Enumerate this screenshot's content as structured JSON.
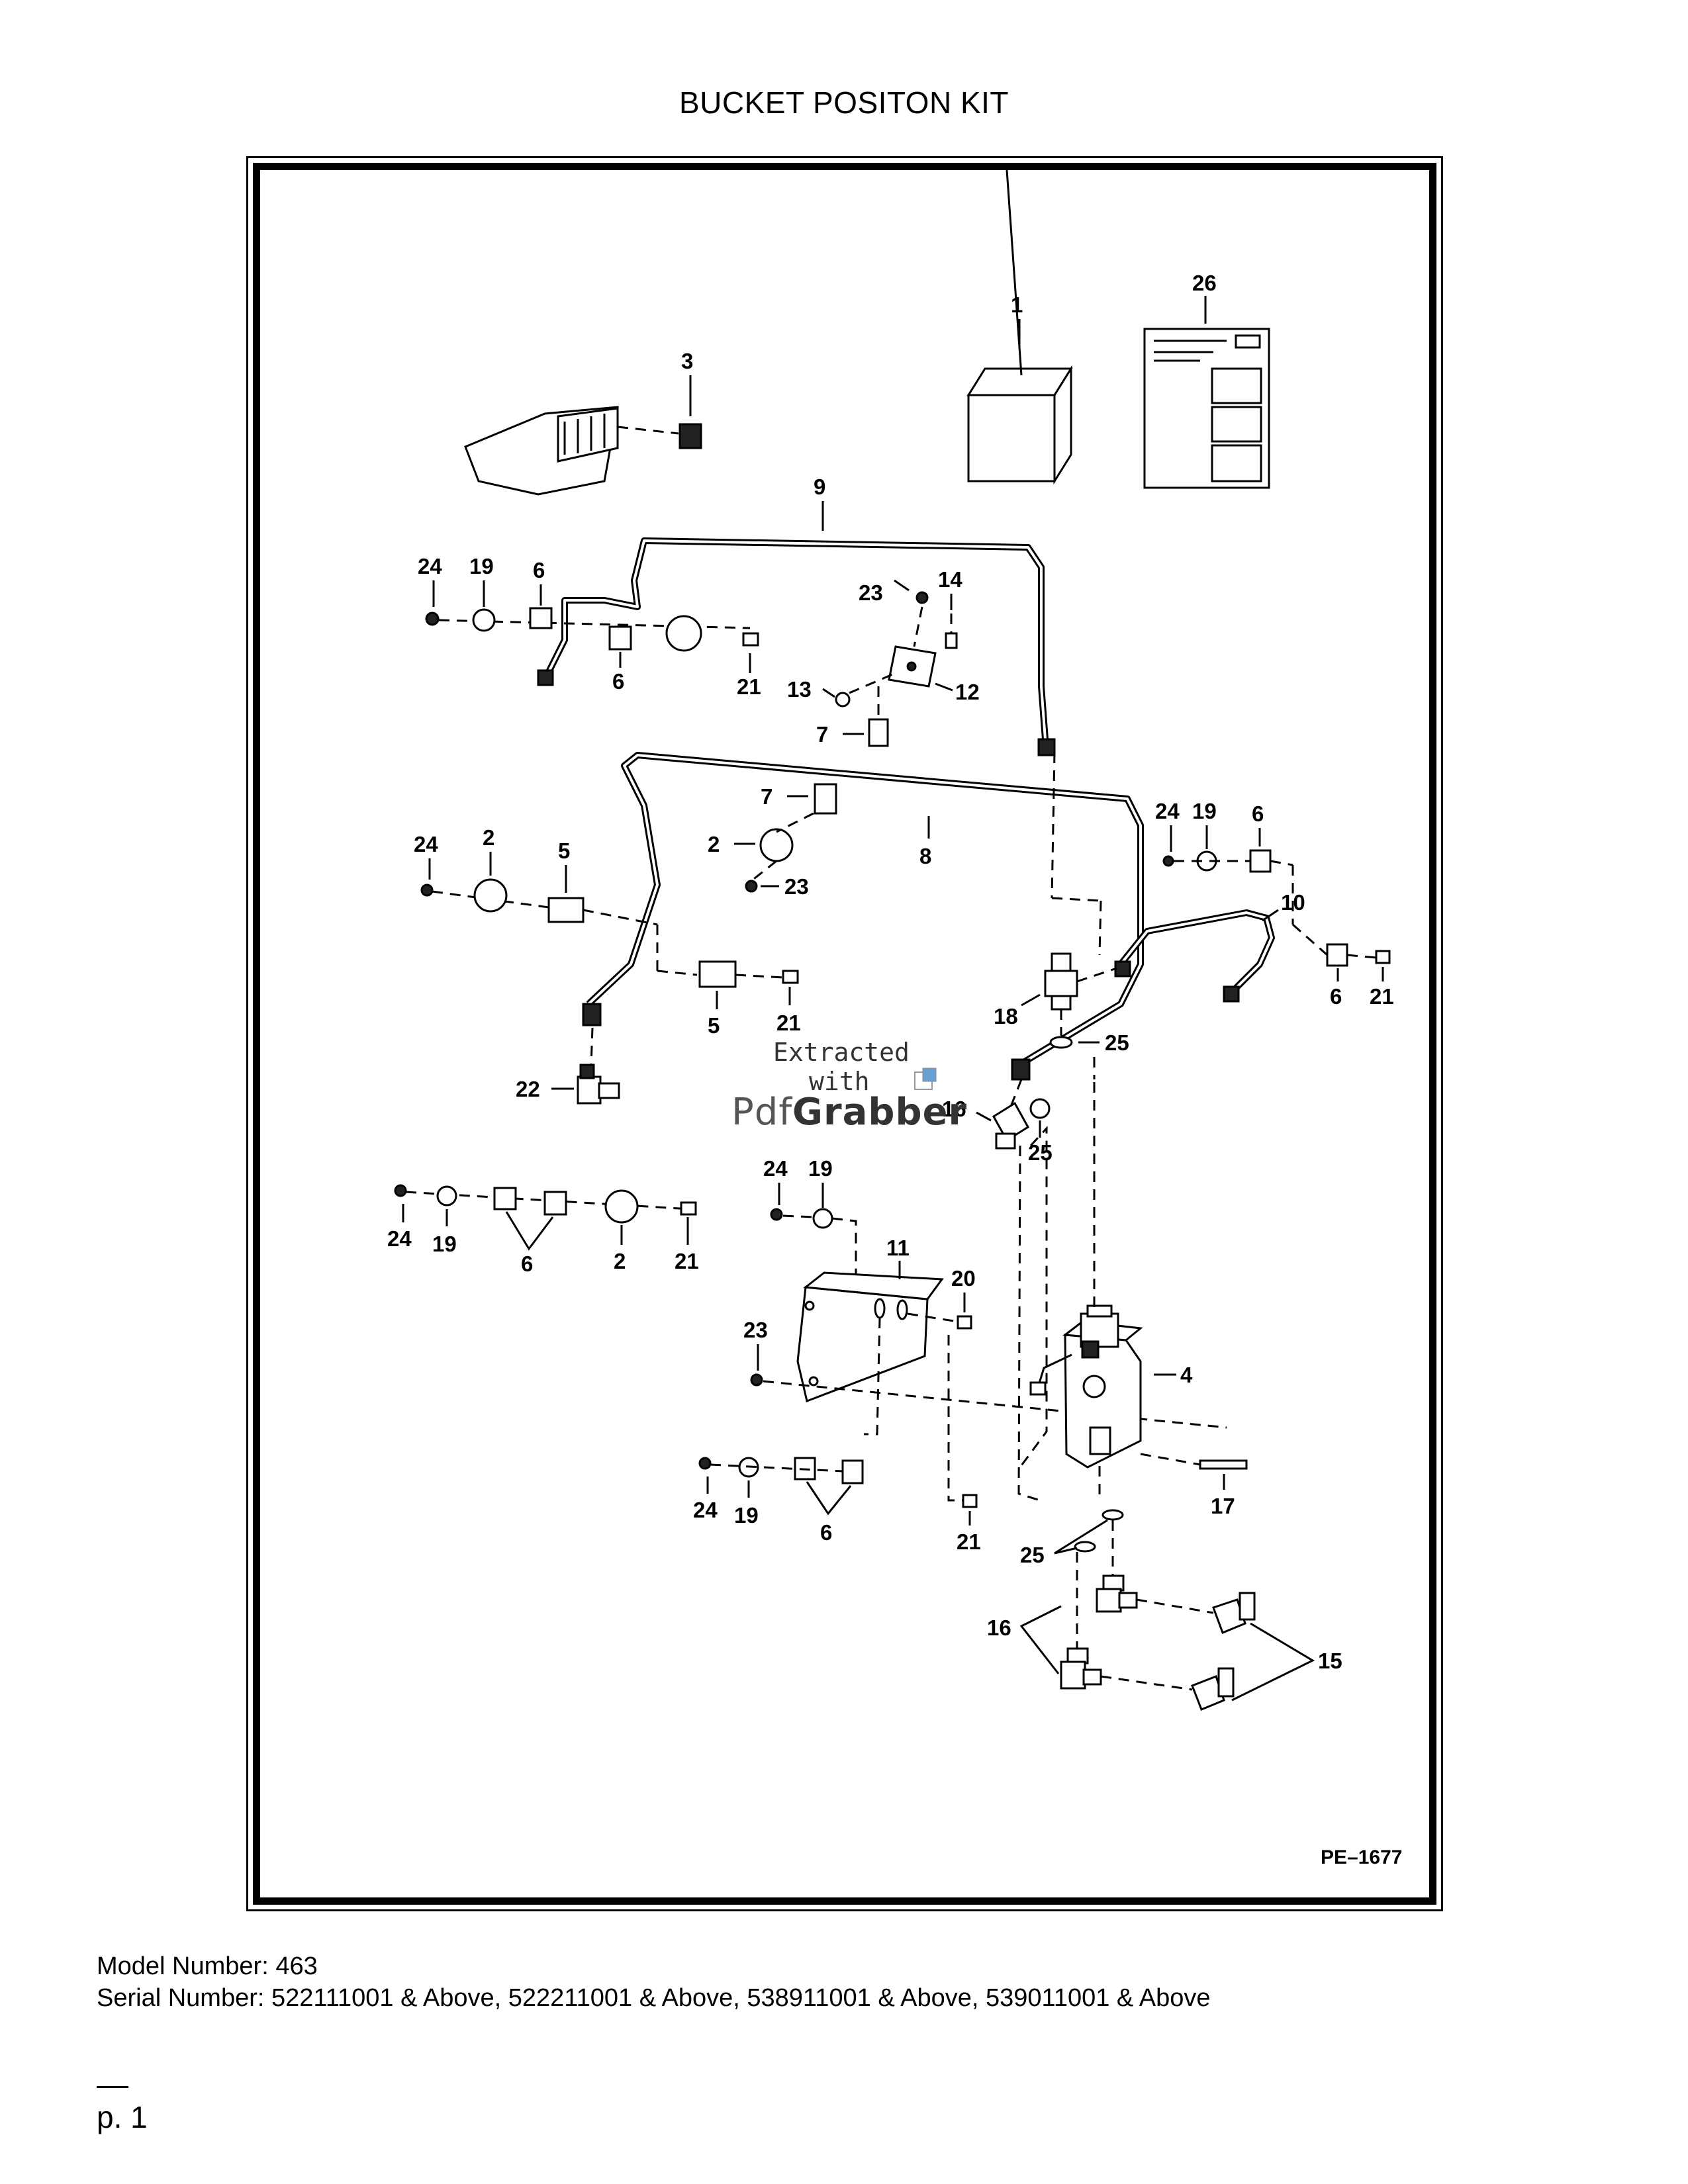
{
  "page": {
    "title": "BUCKET POSITON KIT",
    "drawing_code": "PE–1677",
    "model_line": "Model Number: 463",
    "serial_line": "Serial Number: 522111001 & Above, 522211001 & Above, 538911001 & Above, 539011001 & Above",
    "page_number": "p. 1"
  },
  "watermark": {
    "line1": "Extracted",
    "line2": "with",
    "brand_prefix": "Pdf",
    "brand_suffix": "Grabber"
  },
  "callouts": {
    "c1": "1",
    "c26": "26",
    "c3": "3",
    "c9": "9",
    "c24a": "24",
    "c19a": "19",
    "c6a": "6",
    "c6b": "6",
    "c21a": "21",
    "c23a": "23",
    "c14": "14",
    "c13": "13",
    "c12": "12",
    "c7a": "7",
    "c7b": "7",
    "c8": "8",
    "c24b": "24",
    "c2a": "2",
    "c5a": "5",
    "c5b": "5",
    "c21b": "21",
    "c2b": "2",
    "c23b": "23",
    "c24c": "24",
    "c19c": "19",
    "c6c": "6",
    "c10": "10",
    "c6d": "6",
    "c21c": "21",
    "c18": "18",
    "c25a": "25",
    "c22": "22",
    "c16a": "16",
    "c25b": "25",
    "c24d": "24",
    "c19d": "19",
    "c6e": "6",
    "c2c": "2",
    "c21d": "21",
    "c24e": "24",
    "c19e": "19",
    "c11": "11",
    "c20": "20",
    "c23c": "23",
    "c4": "4",
    "c17": "17",
    "c24f": "24",
    "c19f": "19",
    "c6f": "6",
    "c21e": "21",
    "c25c": "25",
    "c16b": "16",
    "c15": "15"
  }
}
